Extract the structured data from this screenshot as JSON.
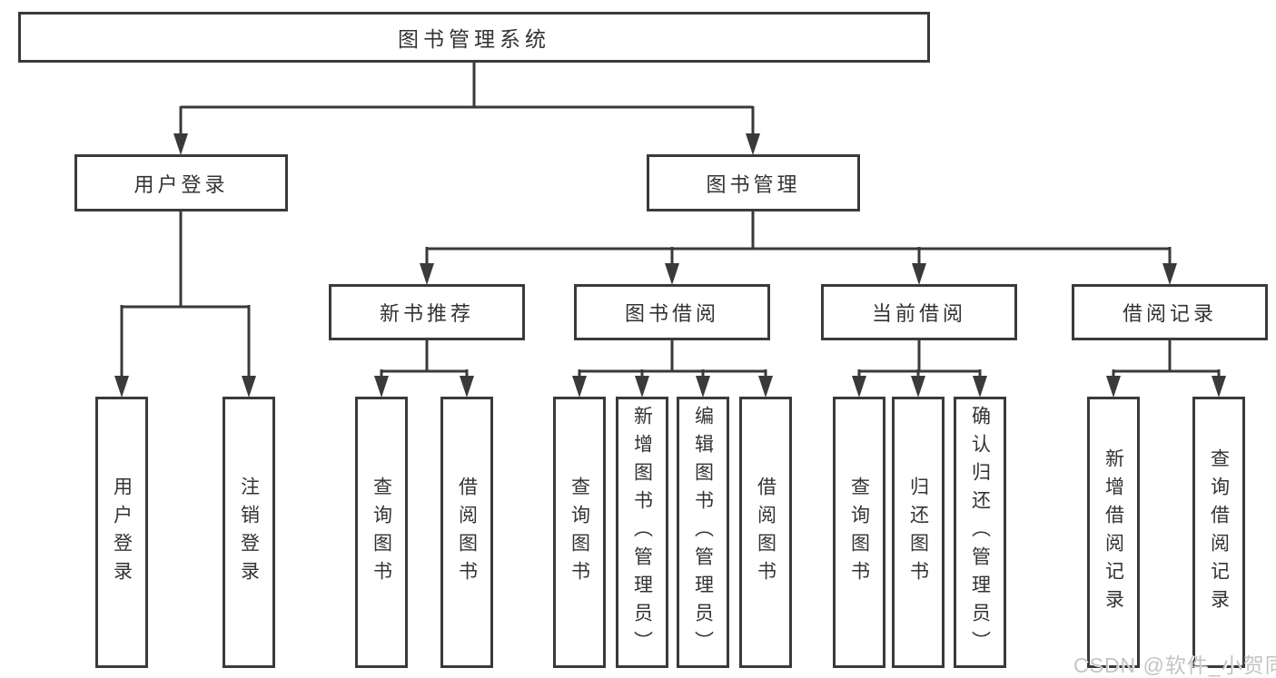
{
  "diagram": {
    "root_label": "图书管理系统",
    "level1": {
      "user_login": "用户登录",
      "book_management": "图书管理"
    },
    "level2": {
      "new_book_recommend": "新书推荐",
      "book_borrow": "图书借阅",
      "current_borrow": "当前借阅",
      "borrow_records": "借阅记录"
    },
    "leaves": {
      "user_login": [
        "用户登录",
        "注销登录"
      ],
      "new_book_recommend": [
        "查询图书",
        "借阅图书"
      ],
      "book_borrow": [
        "查询图书",
        "新增图书（管理员）",
        "编辑图书（管理员）",
        "借阅图书"
      ],
      "current_borrow": [
        "查询图书",
        "归还图书",
        "确认归还（管理员）"
      ],
      "borrow_records": [
        "新增借阅记录",
        "查询借阅记录"
      ]
    },
    "colors": {
      "line": "#3a3a3a",
      "text": "#333333",
      "background": "#ffffff",
      "watermark": "#c4c4c4"
    },
    "watermark": "CSDN @软件_小贺同学"
  }
}
